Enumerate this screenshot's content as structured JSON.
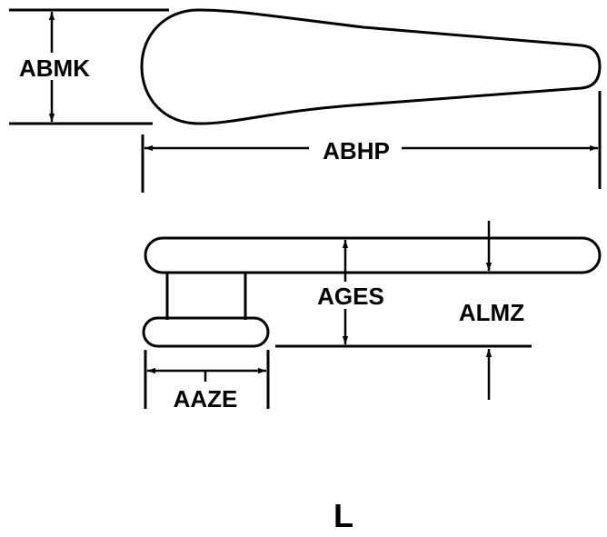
{
  "labels": {
    "abmk": "ABMK",
    "abhp": "ABHP",
    "ages": "AGES",
    "almz": "ALMZ",
    "aaze": "AAZE",
    "view": "L"
  },
  "colors": {
    "stroke": "#000000",
    "background": "#ffffff"
  }
}
